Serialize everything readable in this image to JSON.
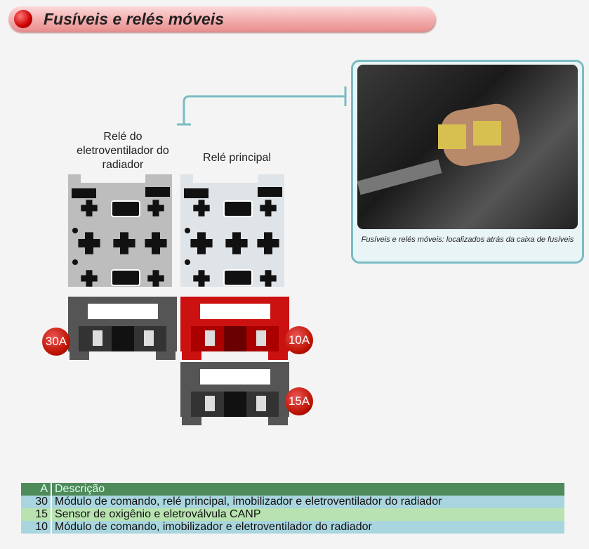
{
  "title": "Fusíveis e relés móveis",
  "photo_caption": "Fusíveis e relés móveis: localizados atrás da caixa de fusíveis",
  "labels": {
    "fan_relay": "Relé do eletroventilador do radiador",
    "main_relay": "Relé principal"
  },
  "fuses": [
    {
      "label": "30A",
      "color": "#555555"
    },
    {
      "label": "10A",
      "color": "#cc1111"
    },
    {
      "label": "15A",
      "color": "#555555"
    }
  ],
  "table": {
    "headers": [
      "A",
      "Descrição"
    ],
    "rows": [
      {
        "a": "30",
        "desc": "Módulo de comando, relé principal, imobilizador e eletroventilador do radiador"
      },
      {
        "a": "15",
        "desc": "Sensor de oxigênio e eletroválvula CANP"
      },
      {
        "a": "10",
        "desc": "Módulo de comando, imobilizador e eletroventilador do radiador"
      }
    ]
  }
}
